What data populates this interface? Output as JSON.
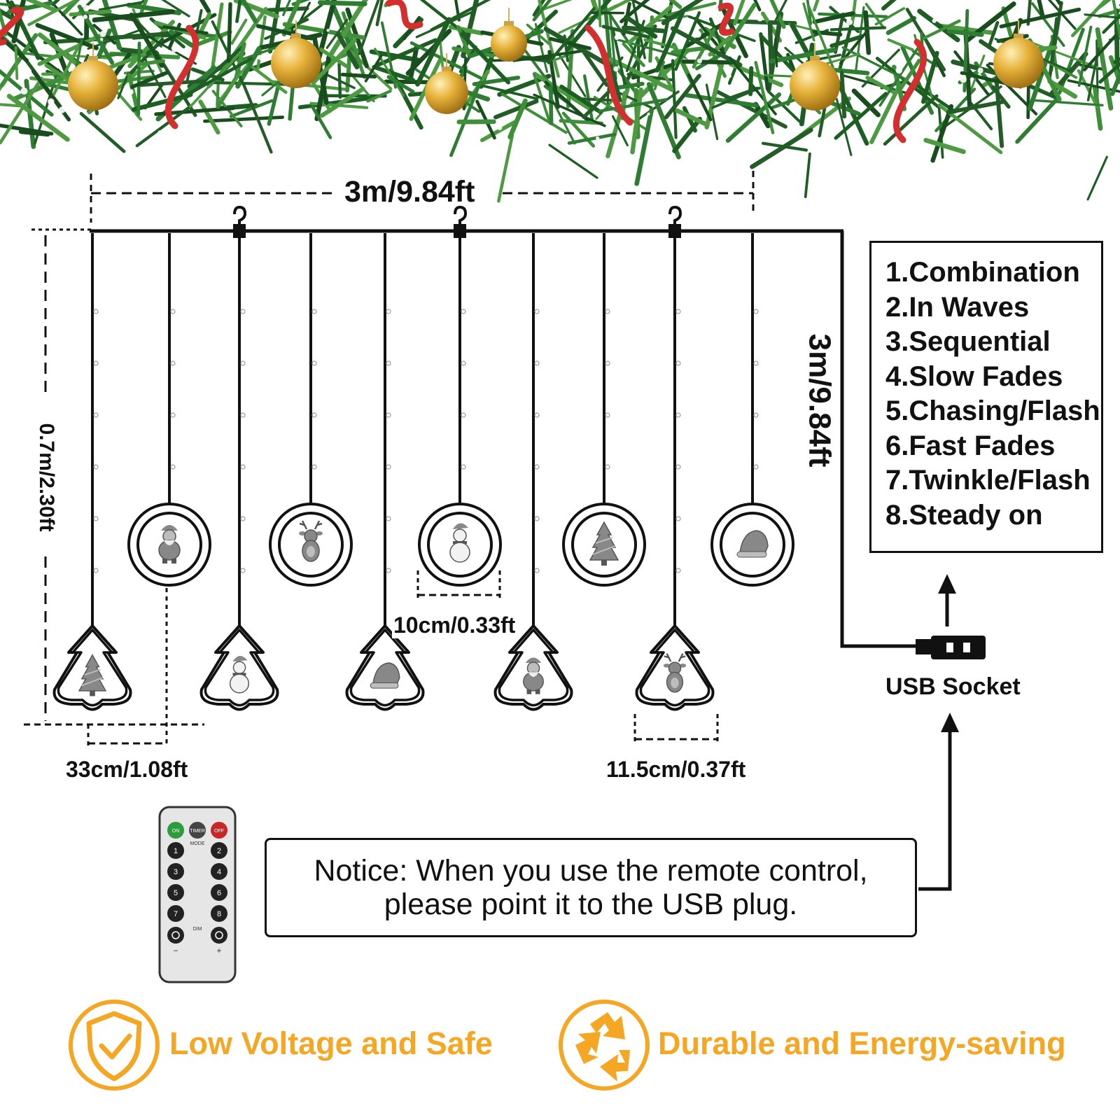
{
  "colors": {
    "accent": "#f5a623",
    "line": "#111111",
    "remote_body": "#e6e6e6",
    "on_button": "#2e9b3c",
    "off_button": "#c62828",
    "timer_button": "#444444"
  },
  "dimensions": {
    "width": "3m/9.84ft",
    "height": "3m/9.84ft",
    "drop": "0.7m/2.30ft",
    "spacing": "33cm/1.08ft",
    "ring_size": "10cm/0.33ft",
    "tree_size": "11.5cm/0.37ft"
  },
  "modes": [
    "1.Combination",
    "2.In Waves",
    "3.Sequential",
    "4.Slow Fades",
    "5.Chasing/Flash",
    "6.Fast Fades",
    "7.Twinkle/Flash",
    "8.Steady on"
  ],
  "usb_label": "USB Socket",
  "notice": {
    "line1": "Notice: When you use the remote control,",
    "line2": "please point it to the USB plug."
  },
  "remote": {
    "top_buttons": [
      "ON",
      "TIMER",
      "OFF"
    ],
    "mode_label": "MODE",
    "number_buttons": [
      "1",
      "2",
      "3",
      "4",
      "5",
      "6",
      "7",
      "8"
    ],
    "dim_label": "DIM",
    "minus": "−",
    "plus": "+"
  },
  "features": [
    {
      "label": "Low Voltage and Safe",
      "icon": "shield-check-icon"
    },
    {
      "label": "Durable and Energy-saving",
      "icon": "recycle-icon"
    }
  ],
  "pendants": {
    "rings": [
      "santa-icon",
      "reindeer-icon",
      "snowman-icon",
      "tree-icon",
      "hat-icon"
    ],
    "trees": [
      "tree-icon",
      "snowman-icon",
      "hat-icon",
      "santa-icon",
      "reindeer-icon"
    ]
  }
}
